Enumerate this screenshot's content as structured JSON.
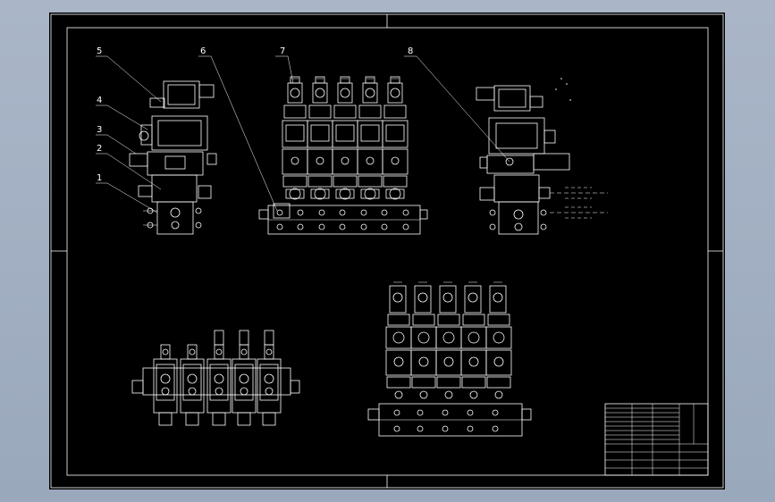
{
  "drawing": {
    "background": "#000000",
    "line_color": "#ffffff",
    "viewport_color": "#a6b2c4"
  },
  "callouts": [
    {
      "id": "1",
      "label": "1"
    },
    {
      "id": "2",
      "label": "2"
    },
    {
      "id": "3",
      "label": "3"
    },
    {
      "id": "4",
      "label": "4"
    },
    {
      "id": "5",
      "label": "5"
    },
    {
      "id": "6",
      "label": "6"
    },
    {
      "id": "7",
      "label": "7"
    },
    {
      "id": "8",
      "label": "8"
    }
  ],
  "views": [
    "left-side-view",
    "front-view",
    "right-side-view",
    "top-view",
    "rear-view"
  ],
  "title_block": {
    "rows": 9
  }
}
